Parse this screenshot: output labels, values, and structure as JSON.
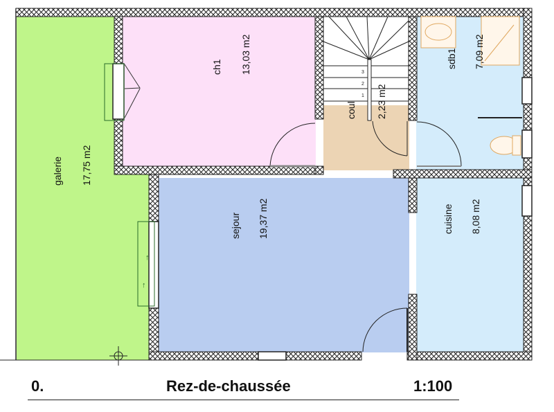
{
  "plan": {
    "rooms": [
      {
        "name": "galerie",
        "area": "17,75 m2",
        "color": "#bff58a"
      },
      {
        "name": "ch1",
        "area": "13,03 m2",
        "color": "#fde0f8"
      },
      {
        "name": "couloir",
        "area": "2,23 m2",
        "color": "#ecd4b4"
      },
      {
        "name": "sdb1",
        "area": "7,09 m2",
        "color": "#d4ecfb"
      },
      {
        "name": "sejour",
        "area": "19,37 m2",
        "color": "#b9cdf0"
      },
      {
        "name": "cuisine",
        "area": "8,08 m2",
        "color": "#d4ecfb"
      }
    ],
    "stair_steps": [
      "1",
      "2",
      "3"
    ],
    "couloir_label": "coul"
  },
  "caption": {
    "level": "0.",
    "title": "Rez-de-chaussée",
    "scale": "1:100"
  }
}
